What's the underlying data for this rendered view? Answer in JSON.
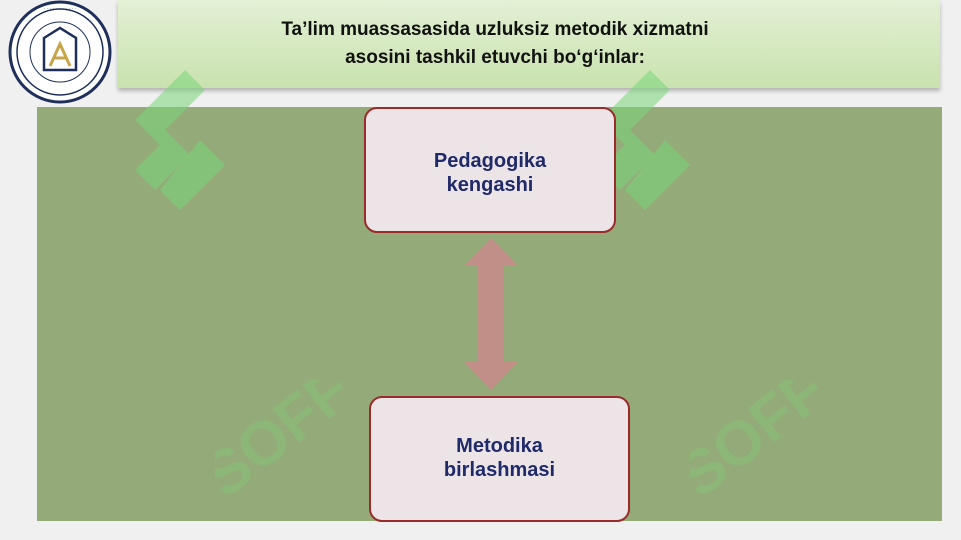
{
  "header": {
    "title_line1": "Ta’lim muassasasida uzluksiz metodik xizmatni",
    "title_line2": "asosini tashkil etuvchi bo‘g‘inlar:"
  },
  "logo": {
    "center_letter": "A"
  },
  "diagram": {
    "top_box": {
      "line1": "Pedagogika",
      "line2": "kengashi"
    },
    "bottom_box": {
      "line1": "Metodika",
      "line2": "birlashmasi"
    },
    "connector": "double-arrow"
  },
  "watermark": {
    "text": "SOFF",
    "color": "#7ad67a"
  },
  "colors": {
    "header_bg": "#d4e8be",
    "panel_bg": "#94aa78",
    "box_border": "#9a2b2b",
    "box_text": "#1f2a6a",
    "arrow": "#c98b8b"
  }
}
